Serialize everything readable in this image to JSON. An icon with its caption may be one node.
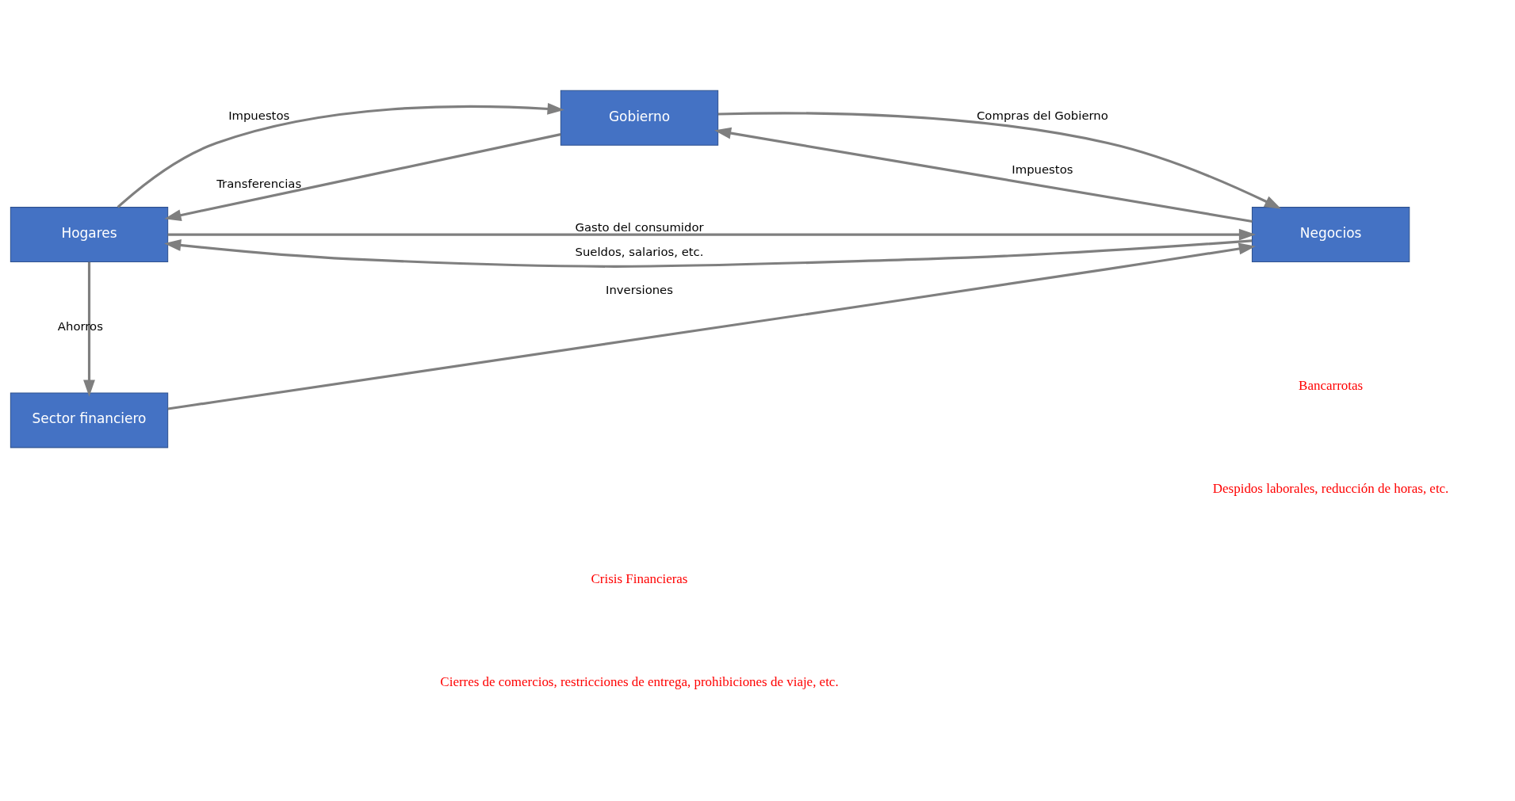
{
  "diagram": {
    "nodes": [
      {
        "text": [
          "Hogares"
        ]
      },
      {
        "text": [
          "Gobierno"
        ]
      },
      {
        "text": [
          "Negocios"
        ]
      },
      {
        "text": [
          "Sector financiero"
        ]
      }
    ],
    "edges": [
      {
        "from": 0,
        "to": 2,
        "arrow": "to",
        "label": "Gasto del consumidor"
      },
      {
        "from": 0,
        "to": 1,
        "arrow": "to",
        "label": "Impuestos"
      },
      {
        "from": 1,
        "to": 0,
        "arrow": "to",
        "label": "Transferencias"
      },
      {
        "from": 1,
        "to": 2,
        "arrow": "to",
        "label": "Compras del Gobierno"
      },
      {
        "from": 2,
        "to": 1,
        "arrow": "to",
        "label": "Impuestos"
      },
      {
        "from": 2,
        "to": 0,
        "arrow": "to",
        "label": "Sueldos, salarios, etc."
      },
      {
        "from": 0,
        "to": 3,
        "arrow": "to",
        "label": "Ahorros"
      },
      {
        "from": 3,
        "to": 2,
        "arrow": "to",
        "label": "Inversiones"
      }
    ],
    "labels": [
      "Cierres de comercios, restricciones de entrega, prohibiciones de viaje, etc.",
      "Bancarrotas",
      "Despidos laborales, reducción de horas, etc.",
      "Crisis Financieras"
    ]
  }
}
